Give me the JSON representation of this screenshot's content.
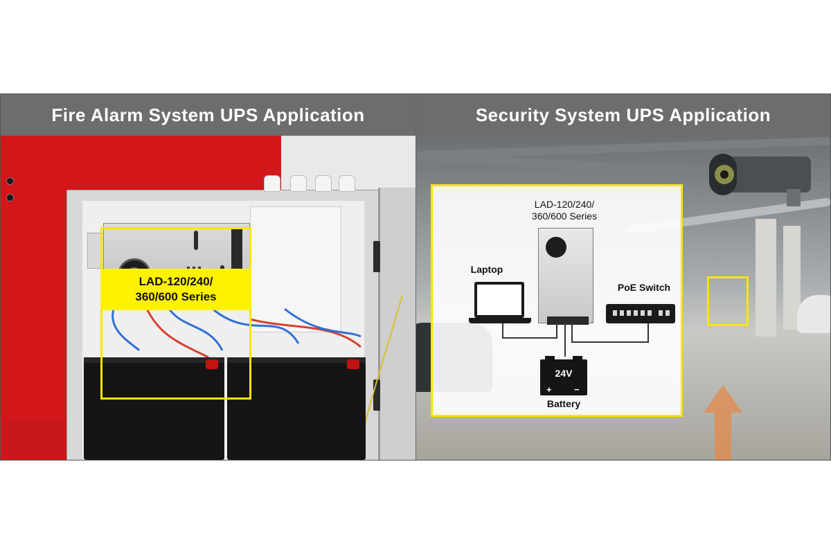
{
  "left_panel": {
    "title": "Fire Alarm System UPS Application",
    "product_label": {
      "line1": "LAD-120/240/",
      "line2": "360/600 Series"
    }
  },
  "right_panel": {
    "title": "Security System UPS Application",
    "diagram": {
      "product_line1": "LAD-120/240/",
      "product_line2": "360/600 Series",
      "laptop_label": "Laptop",
      "switch_label": "PoE Switch",
      "battery_voltage": "24V",
      "battery_plus": "+",
      "battery_minus": "−",
      "battery_label": "Battery"
    }
  },
  "colors": {
    "title_bar": "#6d6d6d",
    "highlight_yellow": "#f7e600",
    "cabinet_red": "#d3161a"
  }
}
